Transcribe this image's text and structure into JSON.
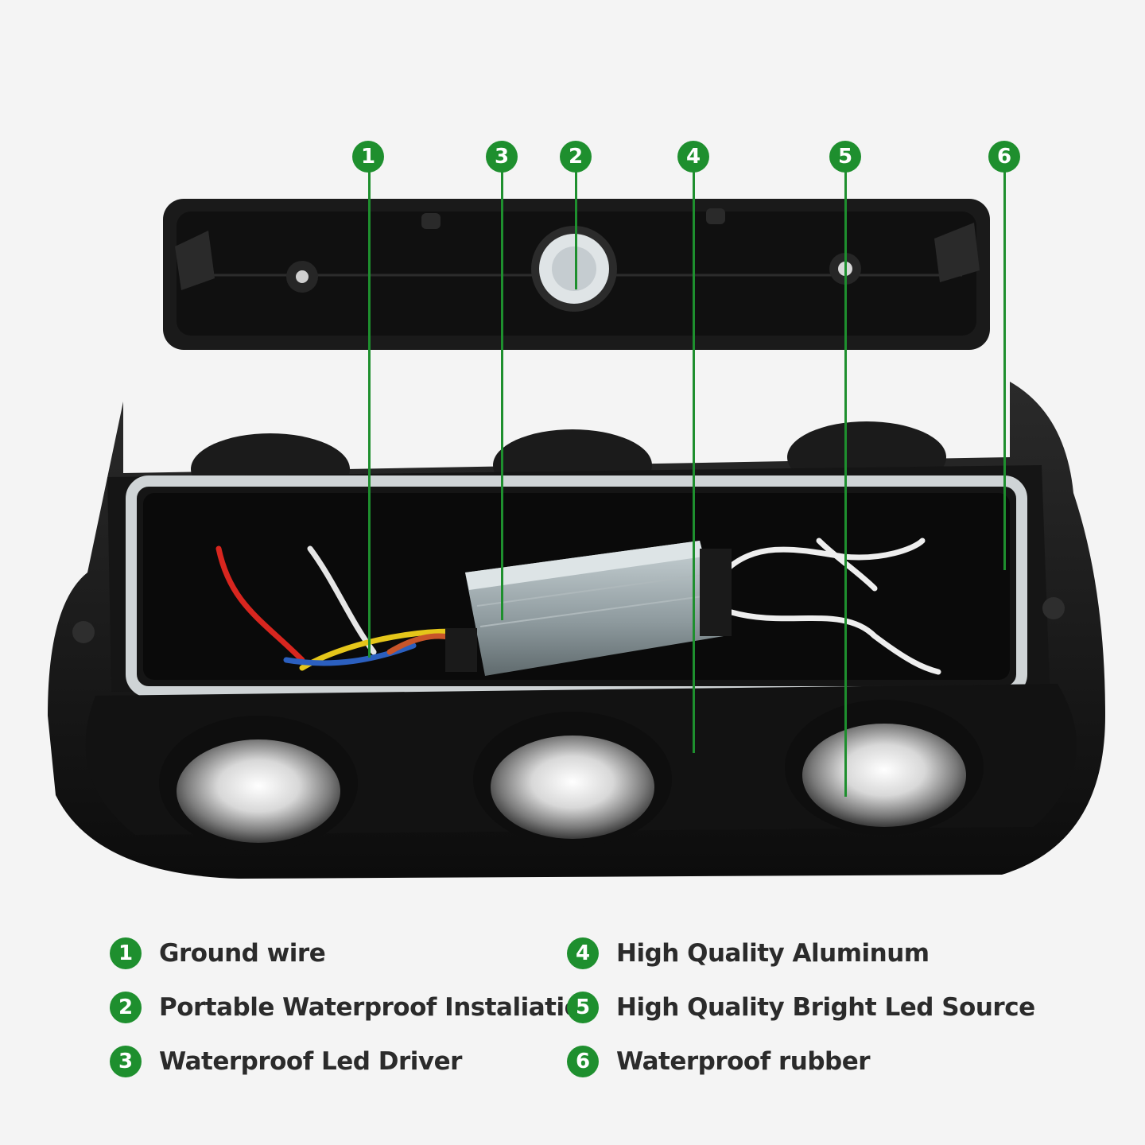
{
  "product_photo": {
    "description_icon": "led-wall-light-exploded-view",
    "accent_color": "#1e8f2e"
  },
  "markers": [
    {
      "number": "1"
    },
    {
      "number": "3"
    },
    {
      "number": "2"
    },
    {
      "number": "4"
    },
    {
      "number": "5"
    },
    {
      "number": "6"
    }
  ],
  "legend": {
    "items": [
      {
        "number": "1",
        "label": "Ground wire"
      },
      {
        "number": "2",
        "label": "Portable Waterproof Instaliation"
      },
      {
        "number": "3",
        "label": "Waterproof Led Driver"
      },
      {
        "number": "4",
        "label": "High Quality Aluminum"
      },
      {
        "number": "5",
        "label": "High Quality Bright Led Source"
      },
      {
        "number": "6",
        "label": "Waterproof rubber"
      }
    ]
  }
}
